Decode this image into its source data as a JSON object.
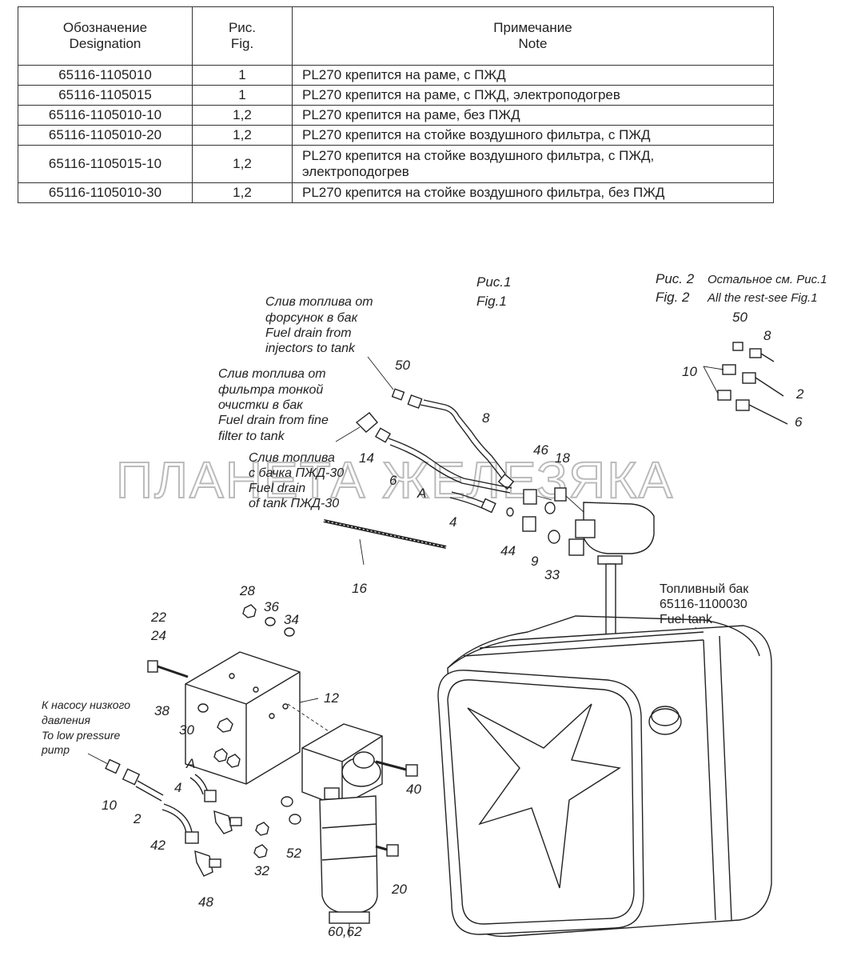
{
  "table": {
    "headers": [
      {
        "ru": "Обозначение",
        "en": "Designation"
      },
      {
        "ru": "Рис.",
        "en": "Fig."
      },
      {
        "ru": "Примечание",
        "en": "Note"
      }
    ],
    "rows": [
      {
        "designation": "65116-1105010",
        "fig": "1",
        "note": "PL270 крепится на раме, с ПЖД",
        "note2": ""
      },
      {
        "designation": "65116-1105015",
        "fig": "1",
        "note": "PL270 крепится на раме, с ПЖД, электроподогрев",
        "note2": ""
      },
      {
        "designation": "65116-1105010-10",
        "fig": "1,2",
        "note": "PL270 крепится на раме, без ПЖД",
        "note2": ""
      },
      {
        "designation": "65116-1105010-20",
        "fig": "1,2",
        "note": "PL270 крепится на стойке воздушного фильтра, с ПЖД",
        "note2": ""
      },
      {
        "designation": "65116-1105015-10",
        "fig": "1,2",
        "note": "PL270 крепится на стойке воздушного фильтра, с ПЖД,",
        "note2": "электроподогрев"
      },
      {
        "designation": "65116-1105010-30",
        "fig": "1,2",
        "note": "PL270 крепится на стойке воздушного фильтра, без ПЖД",
        "note2": ""
      }
    ]
  },
  "figures": {
    "fig1_ru": "Рис.1",
    "fig1_en": "Fig.1",
    "fig2_ru": "Рис. 2",
    "fig2_en": "Fig. 2",
    "fig2_note_ru": "Остальное см. Рис.1",
    "fig2_note_en": "All the rest-see  Fig.1"
  },
  "annotations": {
    "injectors": [
      "Слив топлива от",
      "форсунок в бак",
      "Fuel drain from",
      "injectors to tank"
    ],
    "fine_filter": [
      "Слив топлива от",
      "фильтра тонкой",
      "очистки в бак",
      "Fuel drain from fine",
      "filter to tank"
    ],
    "pzhd_tank": [
      "Слив топлива",
      "с бачка ПЖД-30",
      "Fuel drain",
      "of tank ПЖД-30"
    ],
    "fuel_tank": [
      "Топливный бак",
      "65116-1100030",
      "Fuel tank"
    ],
    "low_pressure": [
      "К насосу низкого",
      "давления",
      "To low pressure",
      "pump"
    ]
  },
  "watermark": "ПЛАНЕТА ЖЕЛЕЗЯКА",
  "part_numbers": {
    "n50a": "50",
    "n8a": "8",
    "n10a": "10",
    "n2a": "2",
    "n6a": "6",
    "n50": "50",
    "n8": "8",
    "n46": "46",
    "n18": "18",
    "n14": "14",
    "n6": "6",
    "nA": "A",
    "n4": "4",
    "n44": "44",
    "n9": "9",
    "n33": "33",
    "n16": "16",
    "n28": "28",
    "n36": "36",
    "n34": "34",
    "n22": "22",
    "n24": "24",
    "n12": "12",
    "n38": "38",
    "n30": "30",
    "nA2": "A",
    "n4b": "4",
    "n10": "10",
    "n2": "2",
    "n42": "42",
    "n48": "48",
    "n32": "32",
    "n52": "52",
    "n40": "40",
    "n20": "20",
    "n60": "60,62"
  }
}
